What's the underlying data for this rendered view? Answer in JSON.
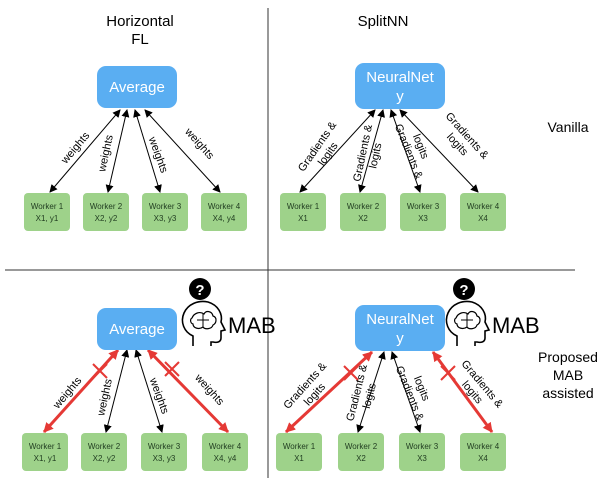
{
  "headers": {
    "left_line1": "Horizontal",
    "left_line2": "FL",
    "right": "SplitNN"
  },
  "side_labels": {
    "vanilla": "Vanilla",
    "proposed_line1": "Proposed",
    "proposed_line2": "MAB",
    "proposed_line3": "assisted"
  },
  "central": {
    "average": "Average",
    "neuralnet_line1": "NeuralNet",
    "neuralnet_line2": "y"
  },
  "mab_label": "MAB",
  "workers_fl": [
    {
      "name": "Worker 1",
      "data": "X1, y1"
    },
    {
      "name": "Worker 2",
      "data": "X2, y2"
    },
    {
      "name": "Worker 3",
      "data": "X3, y3"
    },
    {
      "name": "Worker 4",
      "data": "X4, y4"
    }
  ],
  "workers_split": [
    {
      "name": "Worker 1",
      "data": "X1"
    },
    {
      "name": "Worker 2",
      "data": "X2"
    },
    {
      "name": "Worker 3",
      "data": "X3"
    },
    {
      "name": "Worker 4",
      "data": "X4"
    }
  ],
  "edge_labels": {
    "weights": "weights",
    "grad_line1": "Gradients &",
    "grad_line2": "logits"
  },
  "colors": {
    "central_box": "#5aaef2",
    "worker_box": "#9ed28a",
    "arrow": "#000000",
    "blocked_arrow": "#e53935",
    "divider": "#333333"
  },
  "icons": {
    "question": "question-circle-icon",
    "brain": "brain-head-icon"
  }
}
